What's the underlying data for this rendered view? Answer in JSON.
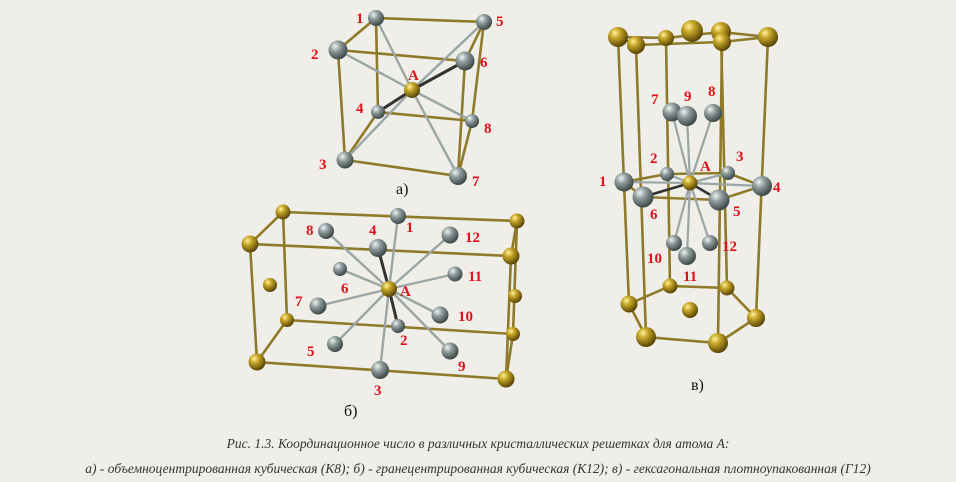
{
  "diagrams": [
    {
      "sublabel": "а)",
      "center_label": "A",
      "numbers": [
        "1",
        "2",
        "3",
        "4",
        "5",
        "6",
        "7",
        "8"
      ]
    },
    {
      "sublabel": "б)",
      "center_label": "A",
      "numbers": [
        "1",
        "2",
        "3",
        "4",
        "5",
        "6",
        "7",
        "8",
        "9",
        "10",
        "11",
        "12"
      ]
    },
    {
      "sublabel": "в)",
      "center_label": "A",
      "numbers": [
        "1",
        "2",
        "3",
        "4",
        "5",
        "6",
        "7",
        "8",
        "9",
        "10",
        "11",
        "12"
      ]
    }
  ],
  "caption": {
    "line1": "Рис. 1.3. Координационное число в различных кристаллических решетках для атома А:",
    "line2": "а) - объемноцентрированная кубическая (К8); б) - гранецентрированная кубическая (К12); в) - гексагональная плотноупакованная (Г12)"
  },
  "colors": {
    "gold_atom": "#a88c1a",
    "gray_atom": "#8d9b9a",
    "frame": "#8e7a28",
    "bond": "#9aa6a5",
    "number": "#e0101a"
  }
}
